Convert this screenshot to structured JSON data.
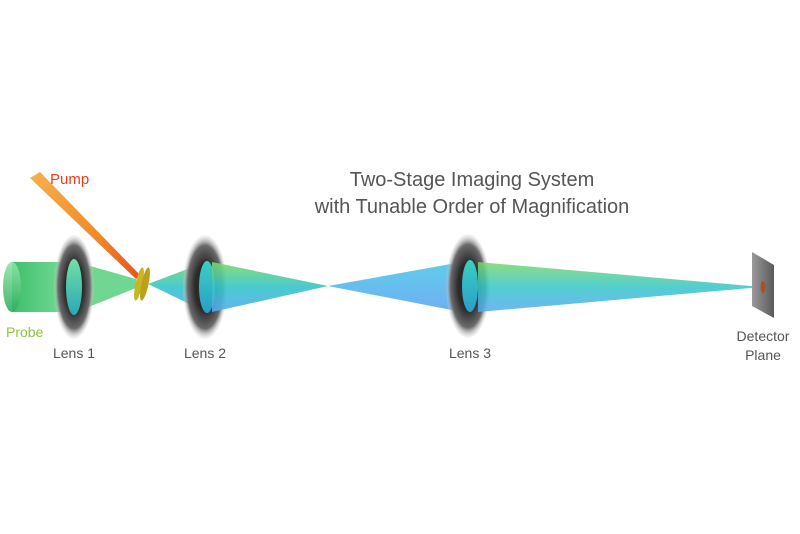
{
  "title": {
    "line1": "Two-Stage Imaging System",
    "line2": "with Tunable Order of Magnification"
  },
  "labels": {
    "pump": "Pump",
    "probe": "Probe",
    "lens1": "Lens 1",
    "lens2": "Lens 2",
    "lens3": "Lens 3",
    "detector_line1": "Detector",
    "detector_line2": "Plane"
  },
  "colors": {
    "pump_text": "#e8401c",
    "probe_text": "#8cc63f",
    "label_text": "#555555",
    "beam_green": "#5fd17a",
    "beam_cyan": "#2ec4d6",
    "beam_blue": "#4aa8ee",
    "lens_dark": "#2e2e2e",
    "sample_yellow": "#c9b422",
    "detector_gray": "#6b6b6b",
    "detector_spot": "#a0552a"
  }
}
